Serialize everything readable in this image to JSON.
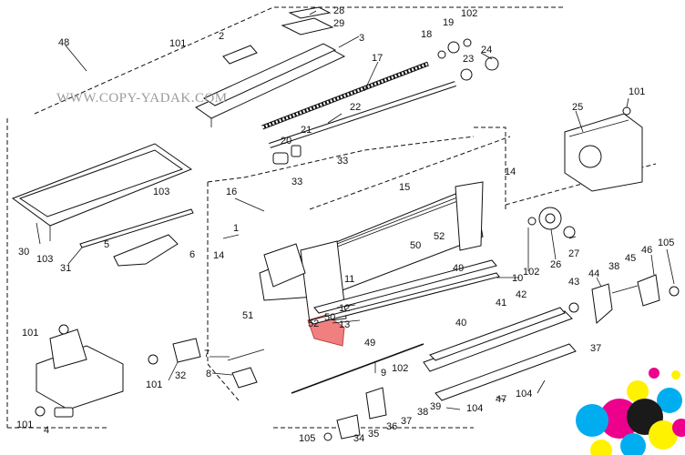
{
  "watermark": "WWW.COPY-YADAK.COM",
  "callouts": {
    "c48": "48",
    "c28": "28",
    "c29": "29",
    "c3": "3",
    "c2": "2",
    "c101a": "101",
    "c19": "19",
    "c102a": "102",
    "c18": "18",
    "c24": "24",
    "c17": "17",
    "c23": "23",
    "c22": "22",
    "c21": "21",
    "c20": "20",
    "c101b": "101",
    "c25": "25",
    "c33a": "33",
    "c33b": "33",
    "c15": "15",
    "c14a": "14",
    "c16": "16",
    "c1": "1",
    "c14b": "14",
    "c30": "30",
    "c103a": "103",
    "c103b": "103",
    "c31": "31",
    "c5": "5",
    "c6": "6",
    "c52a": "52",
    "c50a": "50",
    "c49a": "49",
    "c102b": "102",
    "c26": "26",
    "c27": "27",
    "c10": "10",
    "c11": "11",
    "c12": "12",
    "c13": "13",
    "c51": "51",
    "c52b": "52",
    "c50b": "50",
    "c49b": "49",
    "c41": "41",
    "c42": "42",
    "c44": "44",
    "c38a": "38",
    "c45": "45",
    "c46": "46",
    "c105a": "105",
    "c43": "43",
    "c37a": "37",
    "c40": "40",
    "c101c": "101",
    "c7": "7",
    "c32": "32",
    "c101d": "101",
    "c8": "8",
    "c9": "9",
    "c102c": "102",
    "c37b": "37",
    "c38b": "38",
    "c39": "39",
    "c36": "36",
    "c104a": "104",
    "c47": "47",
    "c104b": "104",
    "c101e": "101",
    "c4": "4",
    "c105b": "105",
    "c34": "34",
    "c35": "35"
  },
  "highlight_color": "#f08080",
  "logo_colors": [
    "#00aeef",
    "#ec008c",
    "#fff200",
    "#1a1a1a"
  ]
}
